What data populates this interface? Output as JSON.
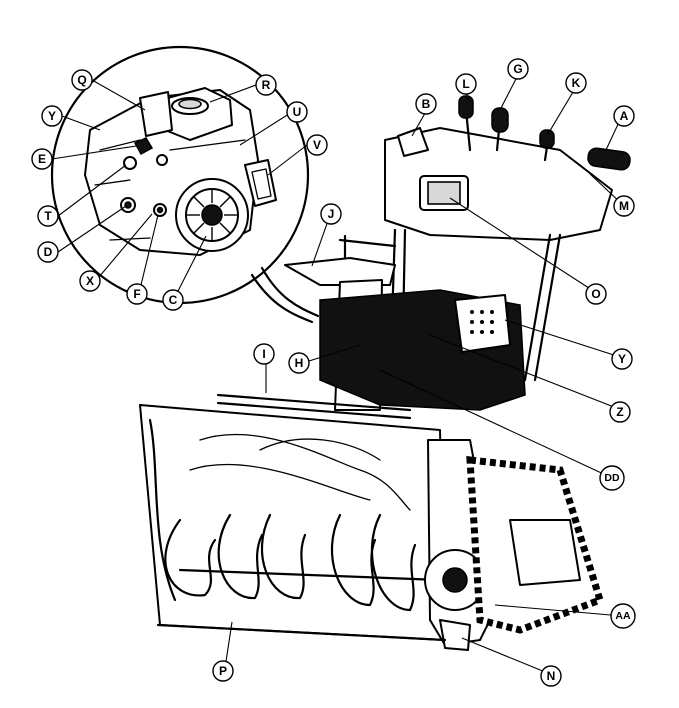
{
  "labels": {
    "A": "A",
    "B": "B",
    "C": "C",
    "D": "D",
    "E": "E",
    "F": "F",
    "G": "G",
    "H": "H",
    "I": "I",
    "J": "J",
    "K": "K",
    "L": "L",
    "M": "M",
    "N": "N",
    "O": "O",
    "P": "P",
    "Q": "Q",
    "R": "R",
    "T": "T",
    "U": "U",
    "V": "V",
    "X": "X",
    "Y1": "Y",
    "Y2": "Y",
    "Z": "Z",
    "AA": "AA",
    "DD": "DD"
  }
}
